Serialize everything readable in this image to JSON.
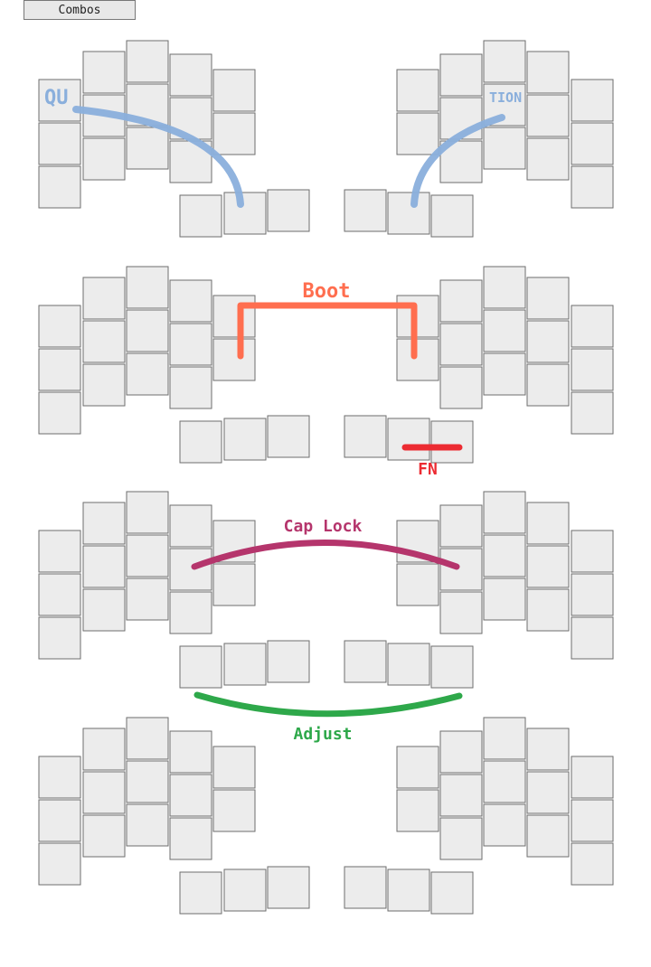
{
  "title": "Combos",
  "combos": [
    {
      "id": "qu",
      "label": "QU",
      "color": "#8aafdc"
    },
    {
      "id": "tion",
      "label": "TION",
      "color": "#8aafdc"
    },
    {
      "id": "boot",
      "label": "Boot",
      "color": "#ff6e4f"
    },
    {
      "id": "fn",
      "label": "FN",
      "color": "#ec2b32"
    },
    {
      "id": "caplock",
      "label": "Cap Lock",
      "color": "#b5356c"
    },
    {
      "id": "adjust",
      "label": "Adjust",
      "color": "#2ea84a"
    }
  ],
  "colors": {
    "key_fill": "#ececec",
    "key_border": "#6e6e6e"
  }
}
